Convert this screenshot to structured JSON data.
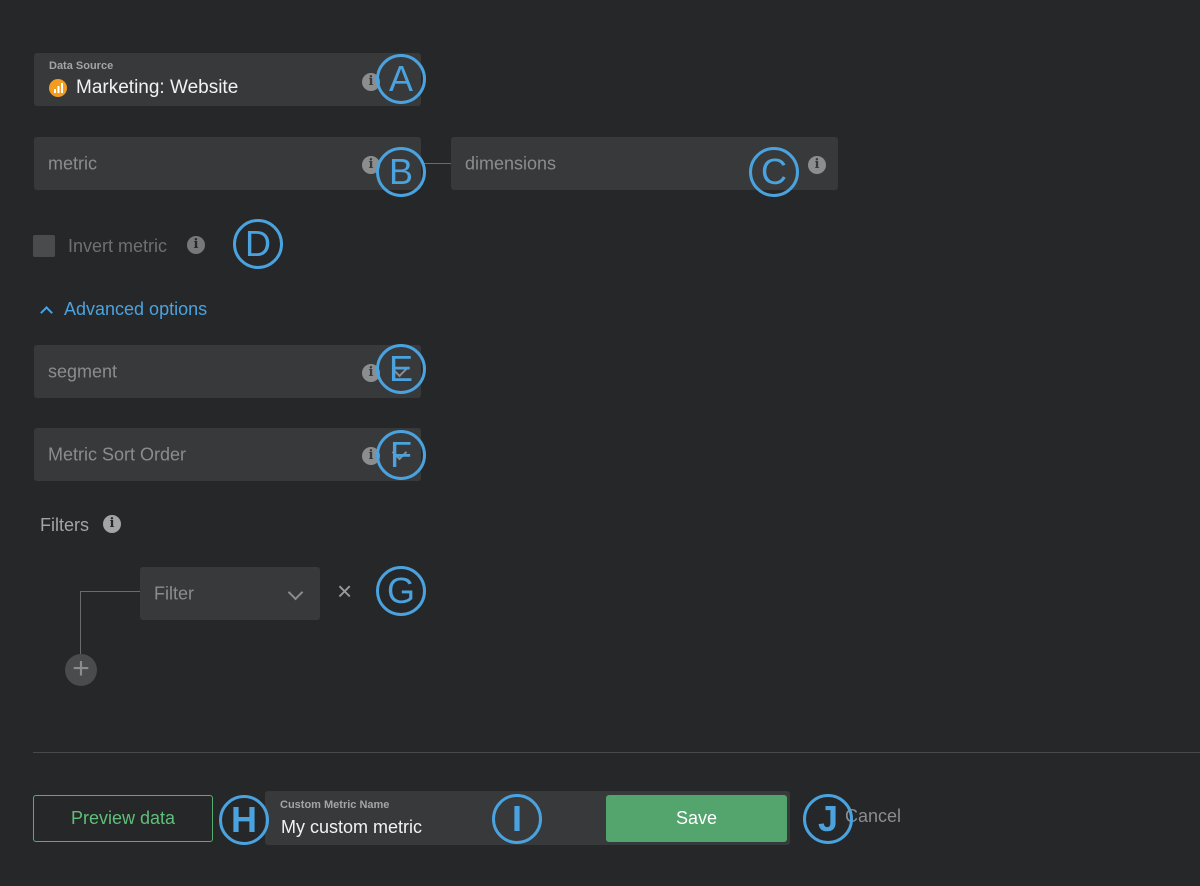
{
  "data_source": {
    "label": "Data Source",
    "value": "Marketing: Website"
  },
  "metric": {
    "placeholder": "metric"
  },
  "dimensions": {
    "placeholder": "dimensions"
  },
  "invert_metric": {
    "label": "Invert metric",
    "checked": false
  },
  "advanced_options": {
    "label": "Advanced options",
    "expanded": true
  },
  "segment": {
    "placeholder": "segment"
  },
  "metric_sort_order": {
    "placeholder": "Metric Sort Order"
  },
  "filters": {
    "label": "Filters",
    "filter_placeholder": "Filter",
    "remove_glyph": "×",
    "add_glyph": "+"
  },
  "footer": {
    "preview_label": "Preview data",
    "custom_metric_name_label": "Custom Metric Name",
    "custom_metric_name_value": "My custom metric",
    "save_label": "Save",
    "cancel_label": "Cancel"
  },
  "markers": [
    "A",
    "B",
    "C",
    "D",
    "E",
    "F",
    "G",
    "H",
    "I",
    "J"
  ],
  "icons": {
    "info": "info-icon",
    "data_source": "analytics-icon",
    "chevron": "chevron-down-icon",
    "collapse": "chevron-up-icon",
    "remove": "close-icon",
    "add": "plus-icon"
  },
  "colors": {
    "background": "#262729",
    "field": "#38393b",
    "accent_blue": "#4aa3df",
    "save_green": "#53a46d",
    "outline_green": "#55ad6e",
    "source_icon": "#f29d1f"
  }
}
